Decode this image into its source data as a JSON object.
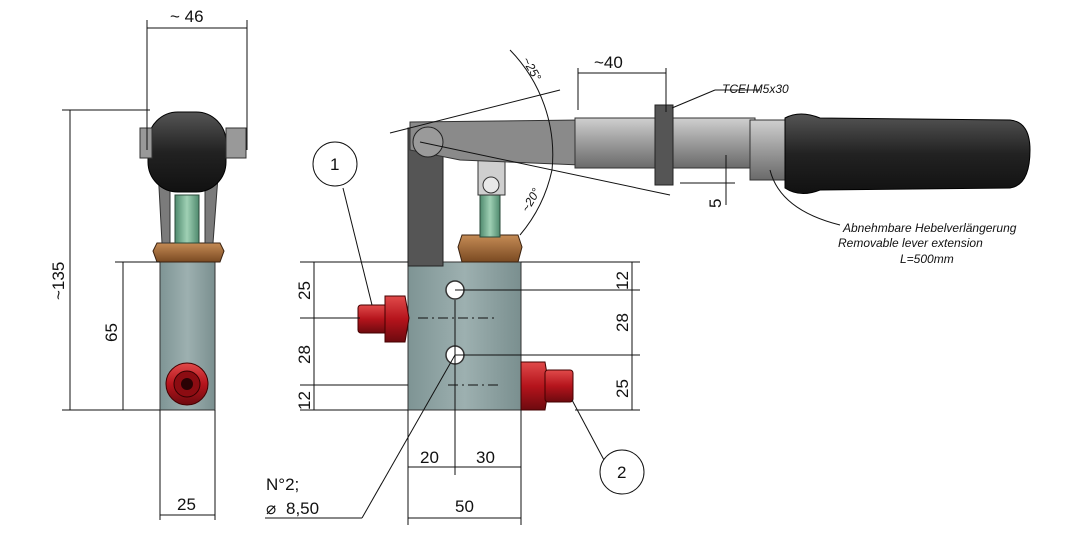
{
  "dimensions": {
    "top_width": "~ 46",
    "overall_height": "~135",
    "side_height": "65",
    "side_base": "25",
    "lever_ext_offset": "~40",
    "angle_up": "~25°",
    "angle_down": "~20°",
    "step": "5",
    "left_25": "25",
    "left_28": "28",
    "left_12": "12",
    "right_12": "12",
    "right_28": "28",
    "right_25": "25",
    "bottom_20": "20",
    "bottom_30": "30",
    "bottom_50": "50"
  },
  "annotations": {
    "screw": "TCEI M5x30",
    "extension_de": "Abnehmbare Hebelverlängerung",
    "extension_en": "Removable lever extension",
    "extension_len": "L=500mm",
    "hole_no": "N°2;",
    "hole_dia": "8,50",
    "dia_symbol": "⌀",
    "callout_1": "1",
    "callout_2": "2"
  },
  "colors": {
    "body": "#8fa3a3",
    "fitting_red": "#b5141c",
    "brass": "#a06a3a",
    "lever_steel": "#9a9a9a",
    "grip_black": "#2a2a2a",
    "pump_green": "#6fa58a"
  }
}
